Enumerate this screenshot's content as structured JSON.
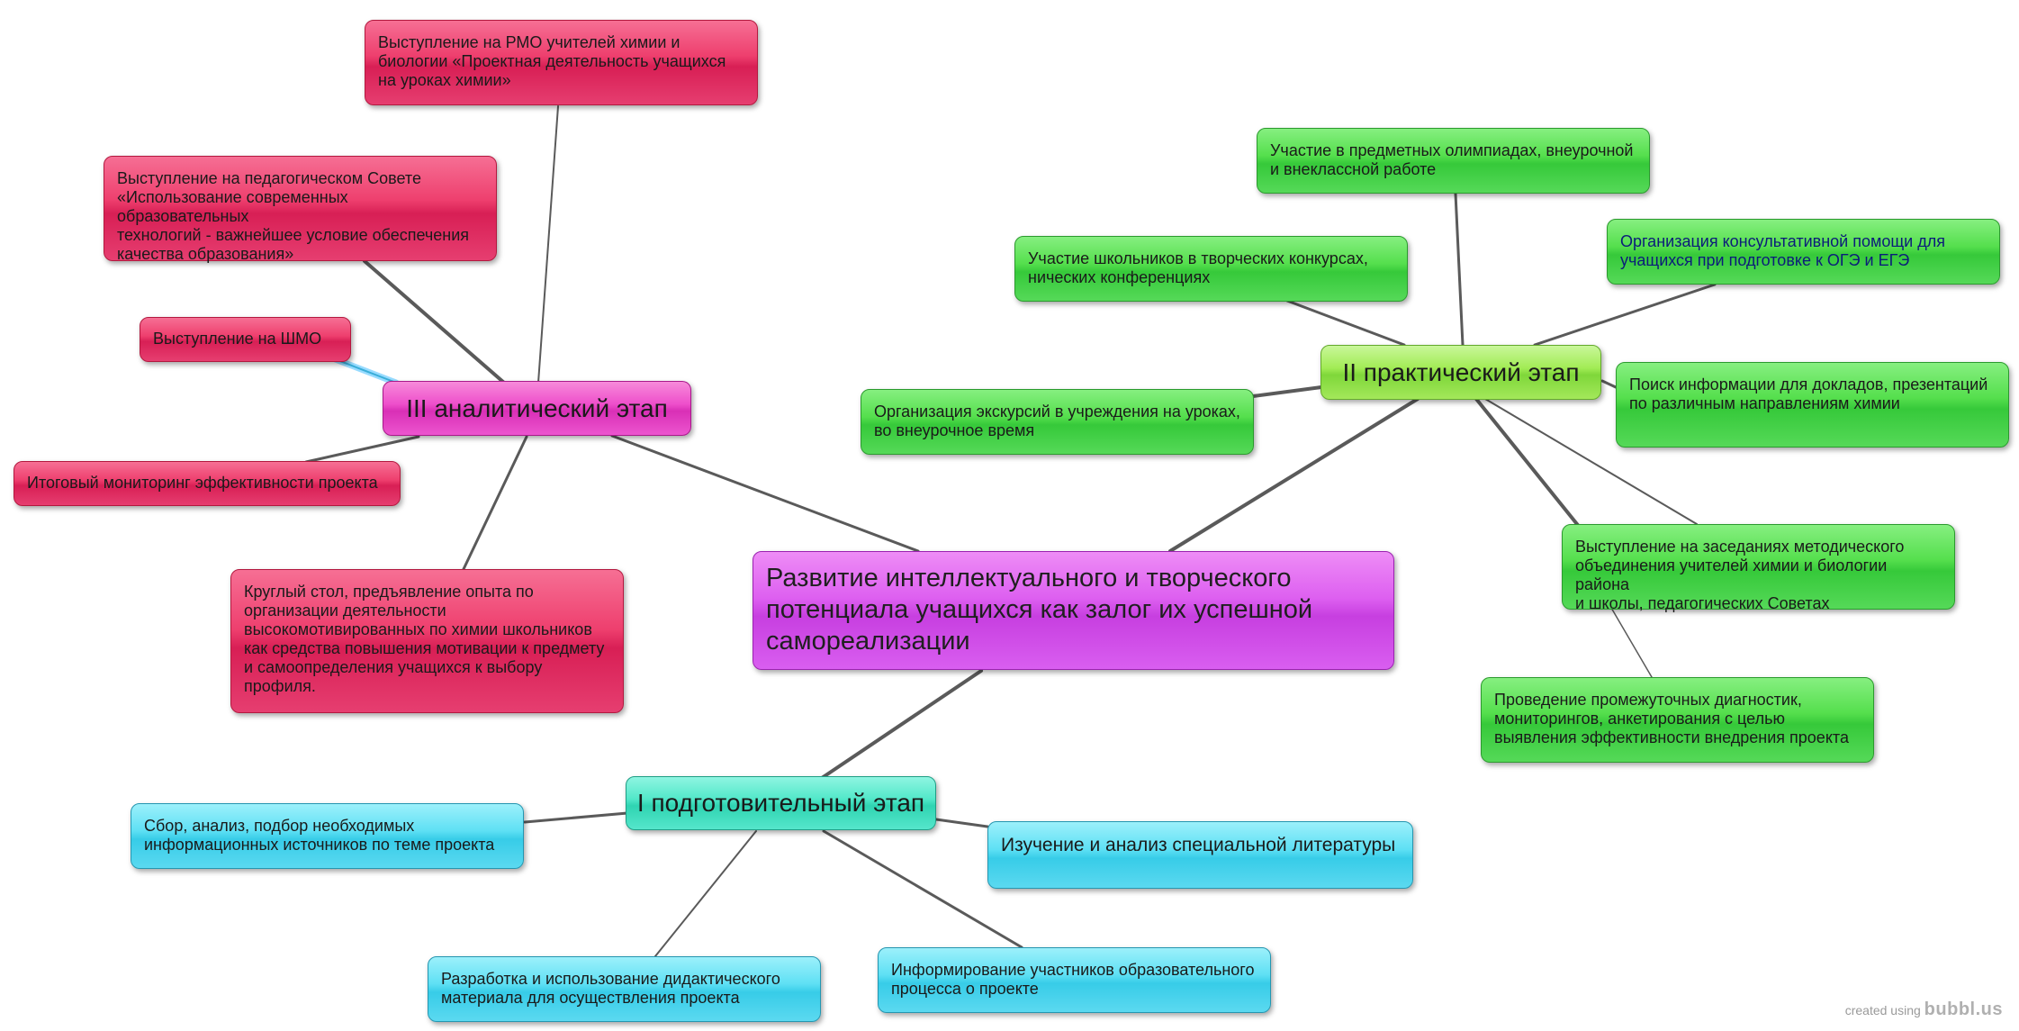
{
  "central": "Развитие  интеллектуального  и творческого\nпотенциала   учащихся как залог их успешной\nсамореализации",
  "stages": {
    "analytic": "III аналитический этап",
    "practical": "II практический этап",
    "preparatory": "I подготовительный этап"
  },
  "analytic_items": {
    "rmo": "Выступление на РМО учителей химии и\nбиологии  «Проектная деятельность учащихся\nна уроках химии»",
    "council": "Выступление на педагогическом Совете\n«Использование современных образовательных\nтехнологий - важнейшее условие обеспечения\nкачества образования»",
    "shmo": "Выступление  на ШМО",
    "monitoring": "Итоговый мониторинг эффективности проекта",
    "round_table": "Круглый стол, предъявление опыта по\nорганизации деятельности\nвысокомотивированных  по химии школьников\nкак средства повышения мотивации к предмету\nи самоопределения учащихся к выбору\nпрофиля."
  },
  "practical_items": {
    "olympiads": "Участие в предметных олимпиадах, внеурочной\nи внеклассной работе",
    "contests": "Участие школьников в творческих конкурсах,\nнических конференциях",
    "consult": "Организация консультативной помощи для\nучащихся  при подготовке  к  ОГЭ и ЕГЭ",
    "excursions": "Организация экскурсий в учреждения на уроках,\nво внеурочное время",
    "search": "Поиск  информации для  докладов, презентаций\nпо различным направлениям химии",
    "meetings": "Выступление на заседаниях методического\nобъединения учителей химии и биологии района\nи школы, педагогических Советах",
    "diagnostics": "Проведение промежуточных диагностик,\nмониторингов, анкетирования с целью\nвыявления эффективности внедрения проекта"
  },
  "preparatory_items": {
    "sources": "Сбор, анализ, подбор необходимых\nинформационных источников по теме проекта",
    "literature": "Изучение  и анализ специальной литературы",
    "didactic": "Разработка и использование  дидактического\nматериала для осуществления проекта",
    "inform": "Информирование участников образовательного\nпроцесса о проекте"
  },
  "watermark": {
    "prefix": "created using",
    "brand": "bubbl.us"
  },
  "colors": {
    "analytic_nodes": "#e63e70",
    "analytic_stage": "#ee4fcb",
    "practical_nodes": "#45d64a",
    "practical_stage": "#a2ec55",
    "preparatory_nodes": "#4fd9f0",
    "preparatory_stage": "#52e8c9",
    "central": "#d95ef0",
    "connector": "#555555"
  }
}
